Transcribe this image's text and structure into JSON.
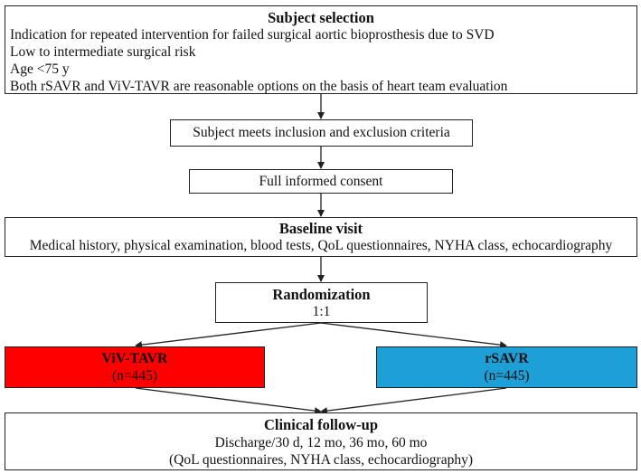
{
  "subject_selection": {
    "title": "Subject selection",
    "criteria": [
      "Indication for repeated intervention for failed surgical aortic bioprosthesis due to SVD",
      "Low to intermediate surgical risk",
      "Age <75 y",
      "Both rSAVR and ViV-TAVR are reasonable options on the basis of heart team evaluation"
    ]
  },
  "inclusion": {
    "label": "Subject meets inclusion and exclusion criteria"
  },
  "consent": {
    "label": "Full informed consent"
  },
  "baseline": {
    "title": "Baseline visit",
    "details": "Medical history, physical examination, blood tests, QoL questionnaires, NYHA class, echocardiography"
  },
  "randomization": {
    "title": "Randomization",
    "ratio": "1:1"
  },
  "arms": {
    "left": {
      "title": "ViV-TAVR",
      "n": "(n=445)",
      "color": "#ff0000"
    },
    "right": {
      "title": "rSAVR",
      "n": "(n=445)",
      "color": "#1e9fd6"
    }
  },
  "followup": {
    "title": "Clinical follow-up",
    "timepoints": "Discharge/30 d, 12 mo, 36 mo, 60 mo",
    "assessments": "(QoL questionnaires, NYHA class, echocardiography)"
  }
}
